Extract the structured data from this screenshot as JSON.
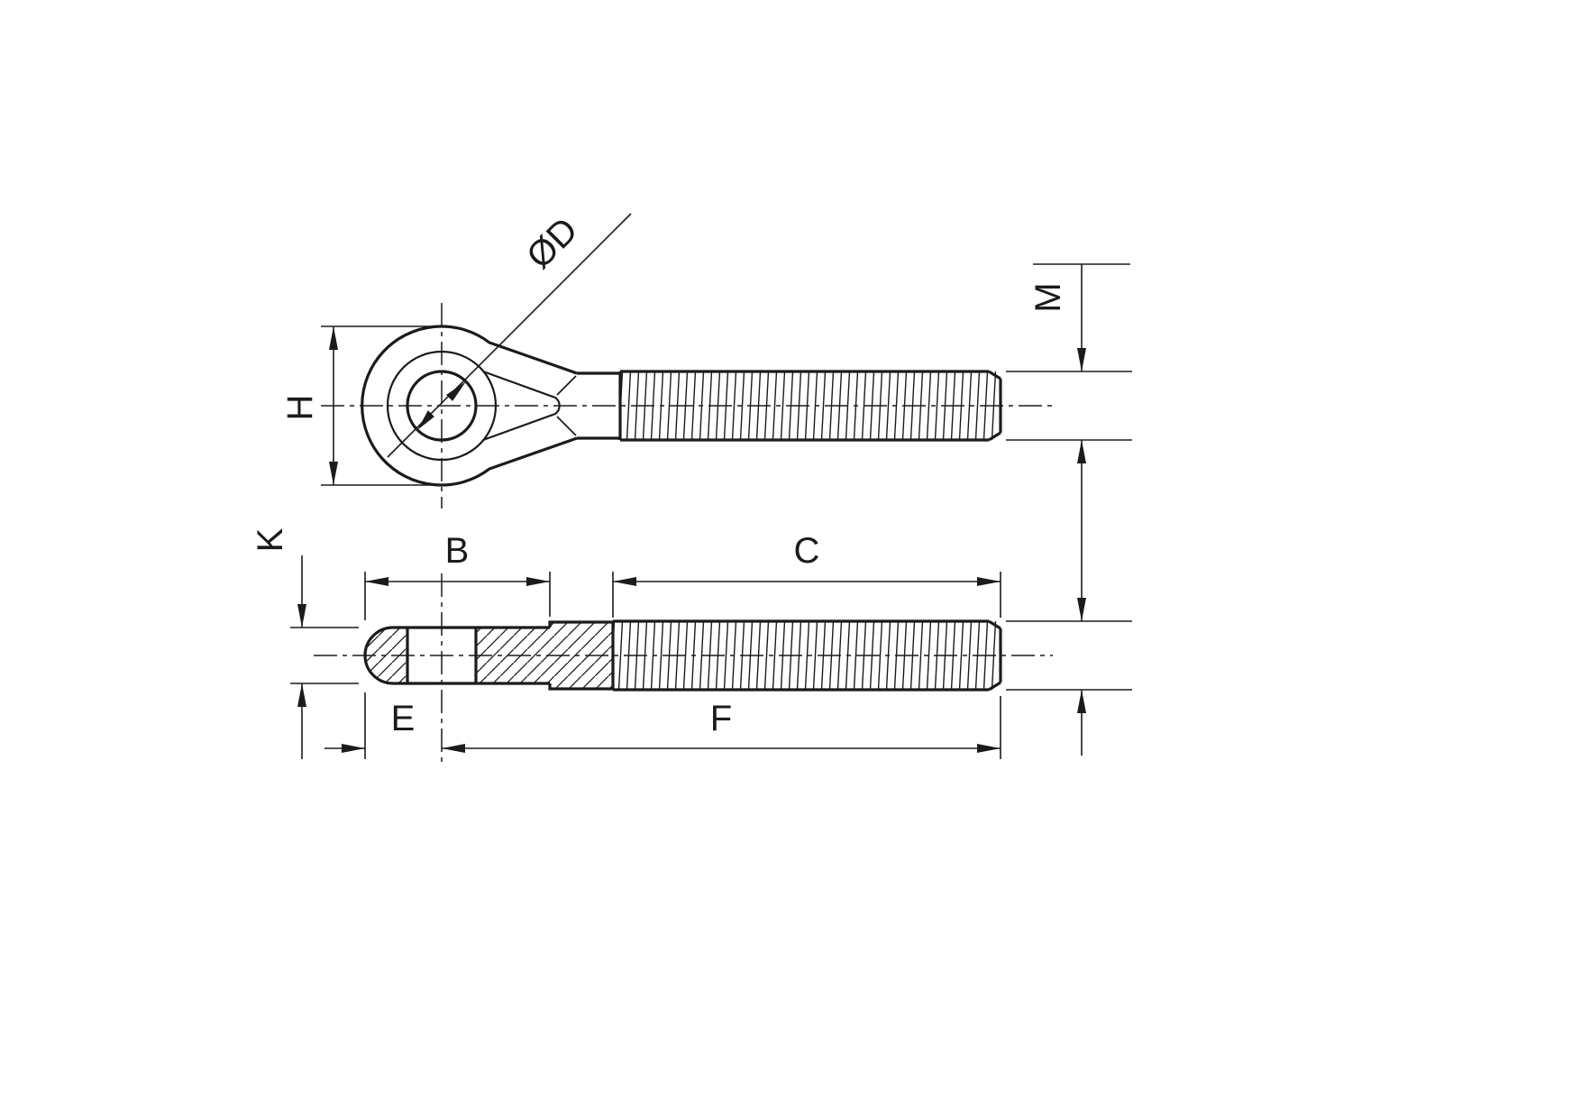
{
  "drawing": {
    "background": "#ffffff",
    "line_color": "#1b1b1b",
    "labels": {
      "hole_diameter": "ØD",
      "thread_size": "M",
      "eye_height": "H",
      "plate_thickness": "K",
      "head_length": "B",
      "thread_length": "C",
      "end_to_center": "E",
      "shank_length": "F"
    }
  }
}
